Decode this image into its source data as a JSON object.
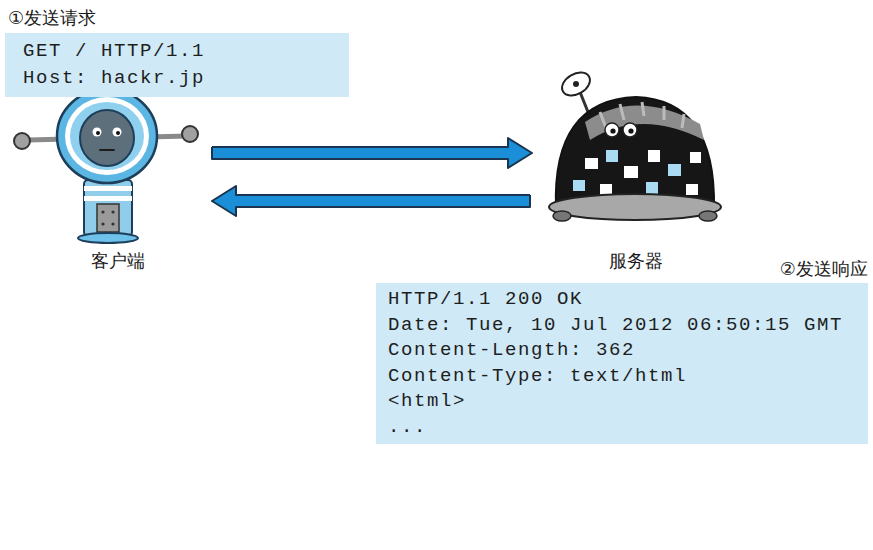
{
  "diagram": {
    "nodes": [
      {
        "text": [
          "①发送请求",
          "GET / HTTP/1.1",
          "Host: hackr.jp"
        ]
      },
      {
        "text": [
          "客户端"
        ]
      },
      {
        "text": [
          "服务器"
        ]
      },
      {
        "text": [
          "②发送响应",
          "HTTP/1.1 200 OK",
          "Date: Tue, 10 Jul 2012 06:50:15 GMT",
          "Content-Length: 362",
          "Content-Type: text/html",
          "<html>",
          "..."
        ]
      }
    ],
    "edges": [
      {
        "from": 1,
        "to": 2,
        "arrow": "to"
      },
      {
        "from": 2,
        "to": 1,
        "arrow": "to"
      }
    ]
  }
}
